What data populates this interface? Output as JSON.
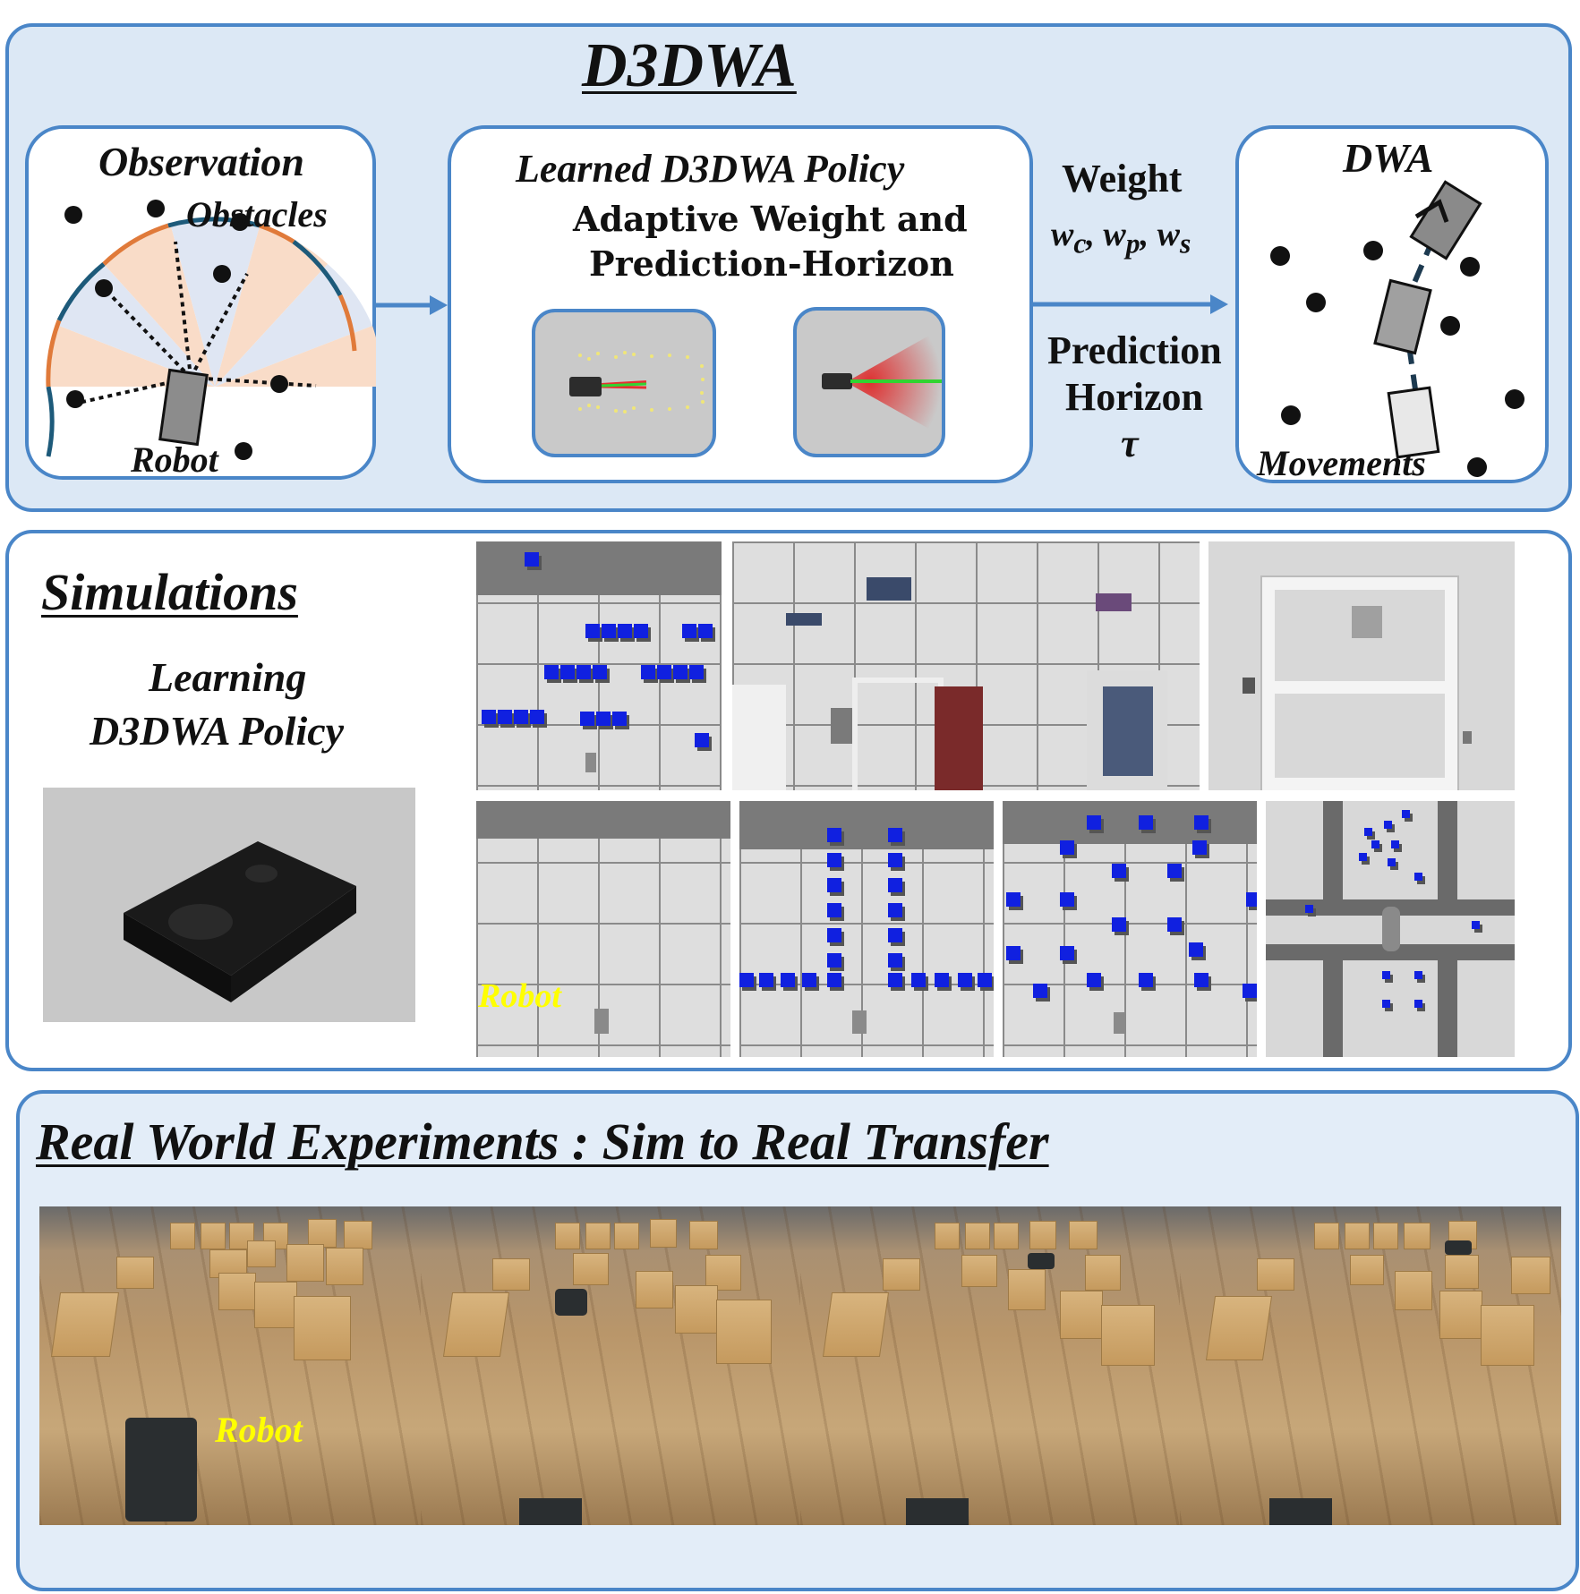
{
  "top": {
    "title": "D3DWA",
    "observation": {
      "title": "Observation",
      "obstacles_label": "Obstacles",
      "robot_label": "Robot"
    },
    "policy": {
      "title": "Learned D3DWA Policy",
      "line1": "Adaptive Weight and",
      "line2": "Prediction-Horizon"
    },
    "weight": {
      "label": "Weight",
      "symbols": "w_c, w_p, w_s"
    },
    "horizon": {
      "line1": "Prediction",
      "line2": "Horizon",
      "symbol": "τ"
    },
    "dwa": {
      "title": "DWA",
      "movements_label": "Movements"
    }
  },
  "simulations": {
    "title": "Simulations",
    "line1": "Learning",
    "line2": "D3DWA Policy",
    "robot_label": "Robot"
  },
  "real": {
    "title": "Real World Experiments : Sim to Real Transfer",
    "robot_label": "Robot"
  },
  "colors": {
    "panel_border": "#4a86c8",
    "top_bg": "#dce8f5",
    "bottom_bg": "#e3edf8",
    "sector_orange": "#e07a3a",
    "sector_blue": "#1d5a7a",
    "robot_label_yellow": "#ffff00",
    "cube_blue": "#1020e0"
  }
}
